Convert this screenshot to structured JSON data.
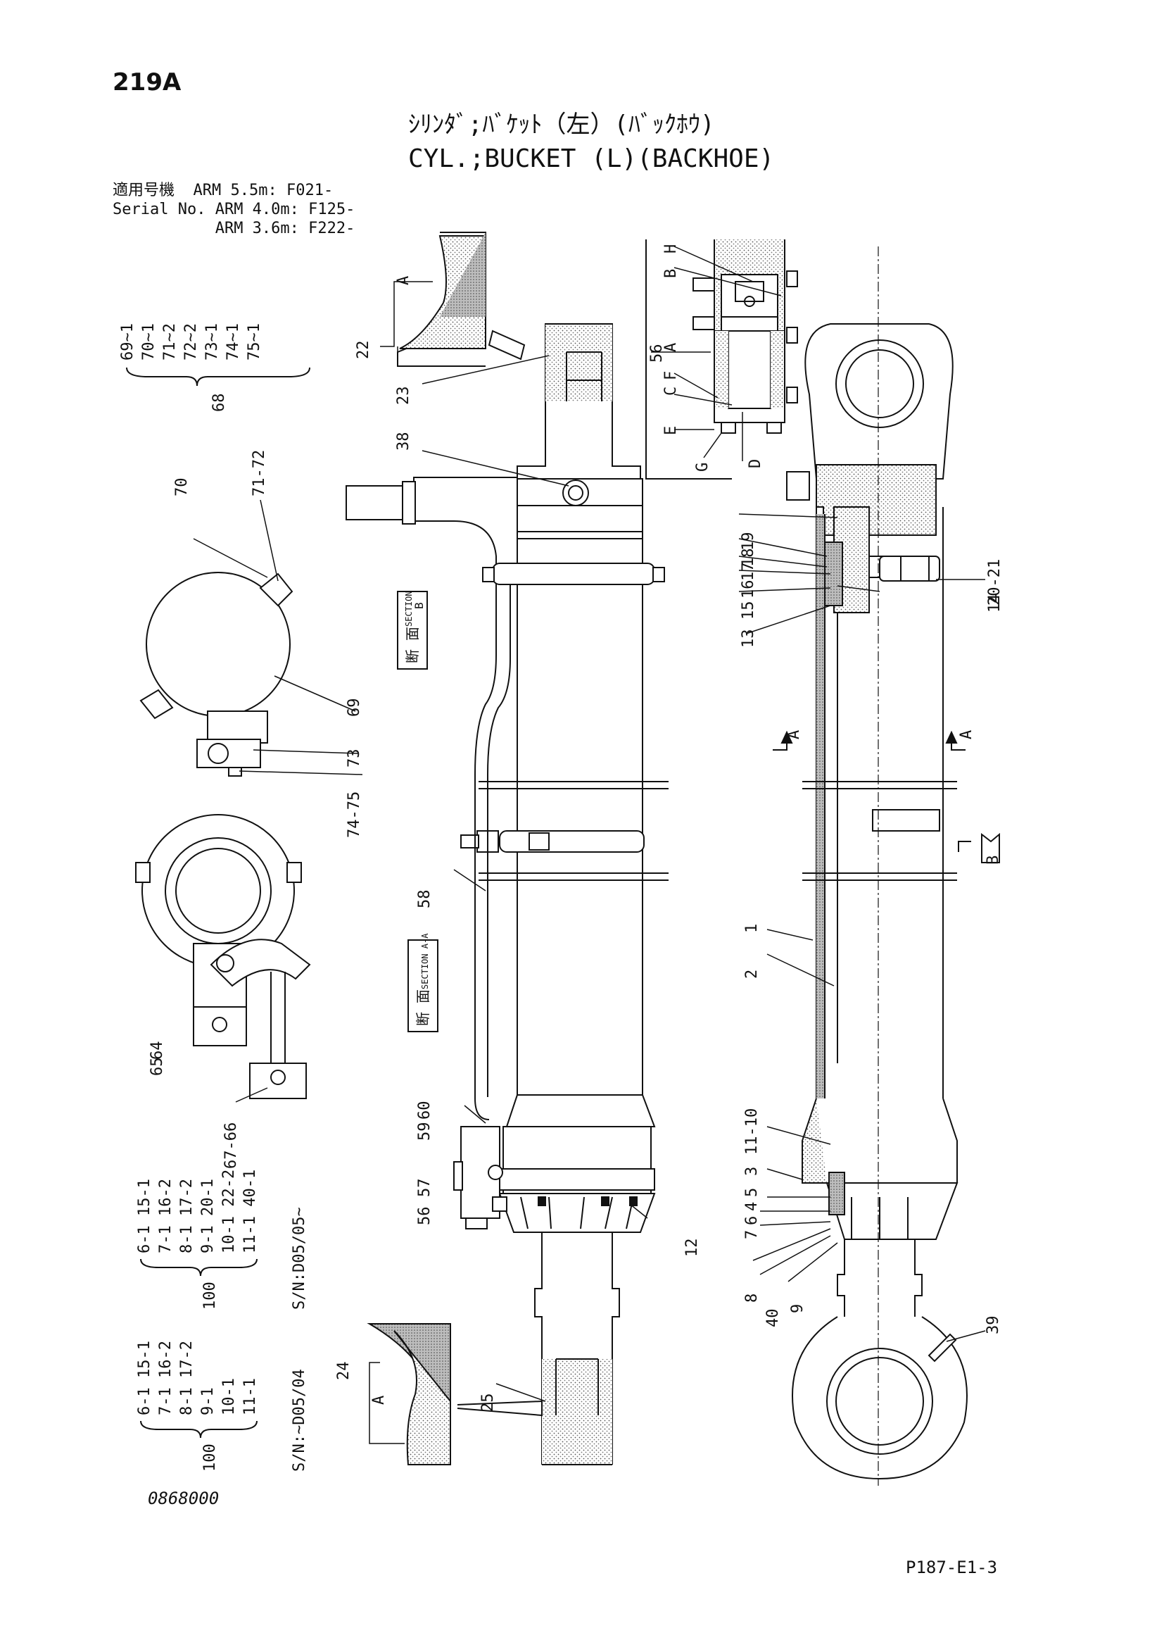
{
  "header": {
    "page_number": "219A",
    "title_jp": "ｼﾘﾝﾀﾞ;ﾊﾞｹｯﾄ（左）(ﾊﾞｯｸﾎｳ)",
    "title_en": "CYL.;BUCKET (L)(BACKHOE)"
  },
  "serial_info": {
    "label_jp": "適用号機",
    "label_en": "Serial No.",
    "rows": [
      "ARM 5.5m: F021-",
      "ARM 4.0m: F125-",
      "ARM 3.6m: F222-"
    ]
  },
  "footer": {
    "doc_number": "0868000",
    "page_ref": "P187-E1-3"
  },
  "kits": {
    "k68": {
      "number": "68",
      "items": [
        "69~1",
        "70~1",
        "71~2",
        "72~2",
        "73~1",
        "74~1",
        "75~1"
      ]
    },
    "k100_new": {
      "number": "100",
      "serial": "S/N:D05/05~",
      "items": [
        "6-1 15-1",
        "7-1 16-2",
        "8-1 17-2",
        "9-1 20-1",
        "10-1 22-2",
        "11-1 40-1"
      ]
    },
    "k100_old": {
      "number": "100",
      "serial": "S/N:~D05/04",
      "items": [
        "6-1 15-1",
        "7-1 16-2",
        "8-1 17-2",
        "9-1",
        "10-1",
        "11-1"
      ]
    }
  },
  "sections": {
    "sec_b": {
      "jp": "断 面",
      "en": "SECTION",
      "letter": "B"
    },
    "sec_aa": {
      "jp": "断 面",
      "en": "SECTION A-A"
    }
  },
  "section_marks": {
    "a_left": "A",
    "a_right": "A",
    "b_view": "B"
  },
  "callouts": [
    "22",
    "A",
    "23",
    "38",
    "56",
    "B",
    "H",
    "A",
    "C",
    "F",
    "E",
    "G",
    "D",
    "70",
    "71-72",
    "69",
    "73",
    "74-75",
    "58",
    "65",
    "64",
    "67-66",
    "59",
    "60",
    "57",
    "56",
    "12",
    "13",
    "15",
    "16",
    "17",
    "18",
    "19",
    "14",
    "20-21",
    "1",
    "2",
    "11-10",
    "3",
    "5",
    "4",
    "6",
    "7",
    "8",
    "40",
    "9",
    "39",
    "24",
    "A",
    "25"
  ]
}
